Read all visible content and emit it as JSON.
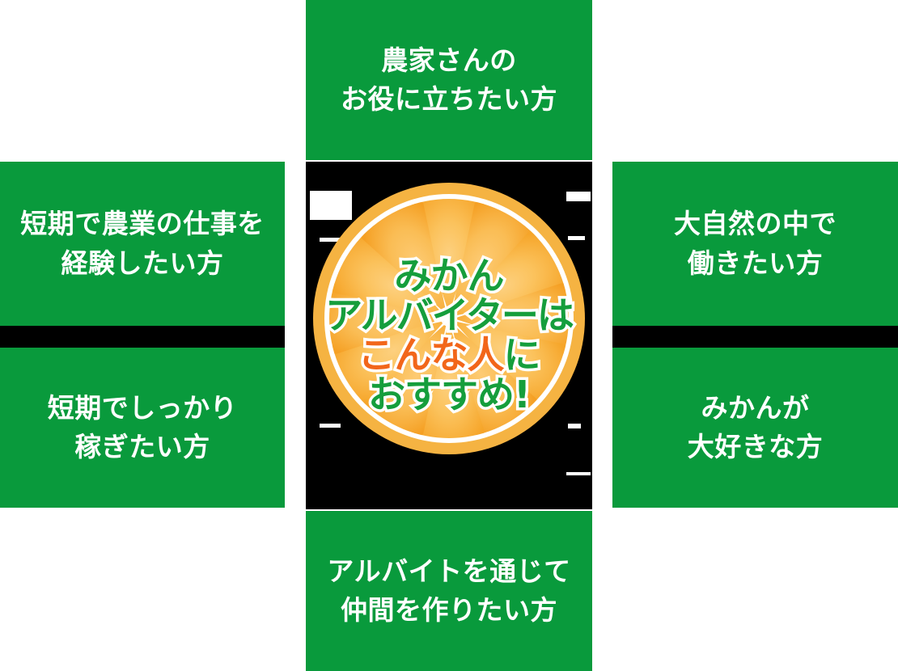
{
  "graphic": {
    "title": "みかんアルバイターはこんな人におすすめ!",
    "colors": {
      "panel_green": "#099a3c",
      "panel_text": "#ffffff",
      "stage_black": "#000000",
      "headline_green": "#159e3c",
      "headline_orange": "#f2661a",
      "mikan_rim": "#f5b342",
      "mikan_flesh_light": "#fbc45f",
      "mikan_flesh_dark": "#f7a831",
      "mikan_pith": "#ffffff"
    }
  },
  "center": {
    "badge_name": "mikan-slice-badge",
    "headline_lines": [
      {
        "id": "line-1",
        "text": "みかん",
        "color": "green"
      },
      {
        "id": "line-2",
        "text": "アルバイターは",
        "color": "green"
      },
      {
        "id": "line-3",
        "text_orange": "こんな人",
        "text_green": "に",
        "color": "mixed"
      },
      {
        "id": "line-4",
        "text": "おすすめ!",
        "color": "green"
      }
    ],
    "headline_full": "みかんアルバイターはこんな人におすすめ!"
  },
  "panels": {
    "top": {
      "name": "panel-farmer-help",
      "line1": "農家さんの",
      "line2": "お役に立ちたい方",
      "text": "農家さんの\nお役に立ちたい方"
    },
    "left_top": {
      "name": "panel-short-term-experience",
      "line1": "短期で農業の仕事を",
      "line2": "経験したい方",
      "text": "短期で農業の仕事を\n経験したい方"
    },
    "left_bottom": {
      "name": "panel-short-term-earn",
      "line1": "短期でしっかり",
      "line2": "稼ぎたい方",
      "text": "短期でしっかり\n稼ぎたい方"
    },
    "right_top": {
      "name": "panel-work-in-nature",
      "line1": "大自然の中で",
      "line2": "働きたい方",
      "text": "大自然の中で\n働きたい方"
    },
    "right_bottom": {
      "name": "panel-love-mikan",
      "line1": "みかんが",
      "line2": "大好きな方",
      "text": "みかんが\n大好きな方"
    },
    "bottom": {
      "name": "panel-make-friends",
      "line1": "アルバイトを通じて",
      "line2": "仲間を作りたい方",
      "text": "アルバイトを通じて\n仲間を作りたい方"
    }
  }
}
